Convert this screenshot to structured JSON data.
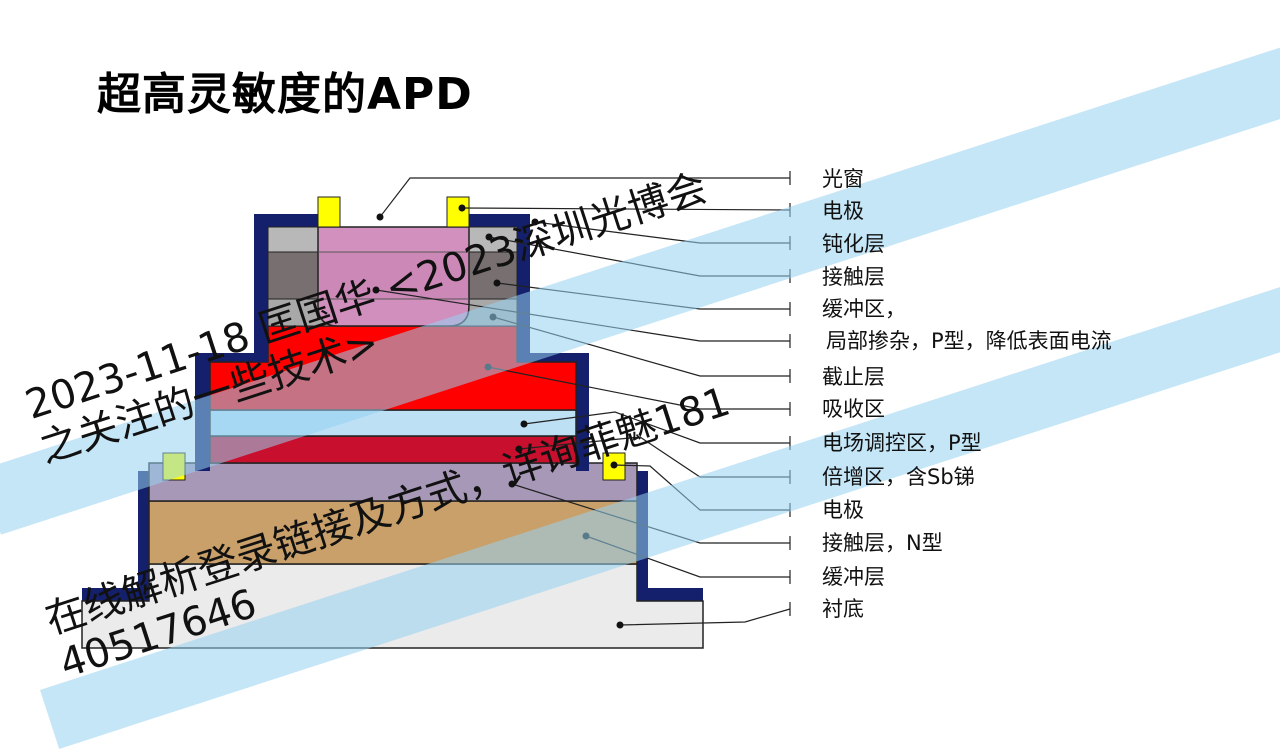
{
  "title": "超高灵敏度的APD",
  "labels": [
    "光窗",
    "电极",
    "钝化层",
    "接触层",
    "缓冲区，",
    "局部掺杂，P型，降低表面电流",
    "截止层",
    "吸收区",
    "电场调控区，P型",
    "倍增区，含Sb锑",
    "电极",
    "接触层，N型",
    "缓冲层",
    "衬底"
  ],
  "watermark": {
    "line1": "2023-11-18    匡国华 <2023深圳光博会之关注的一些技术>",
    "line2": "在线解析登录链接及方式，详询菲魅18140517646"
  },
  "colors": {
    "frame": "#14206b",
    "electrode": "#ffff00",
    "window": "#d58cc0",
    "absorption": "#ff0000",
    "charge": "#bde0f5",
    "multiplication": "#c8102e",
    "contact_n": "#a898b8",
    "buffer": "#c9a06a",
    "substrate": "#ebebeb"
  }
}
